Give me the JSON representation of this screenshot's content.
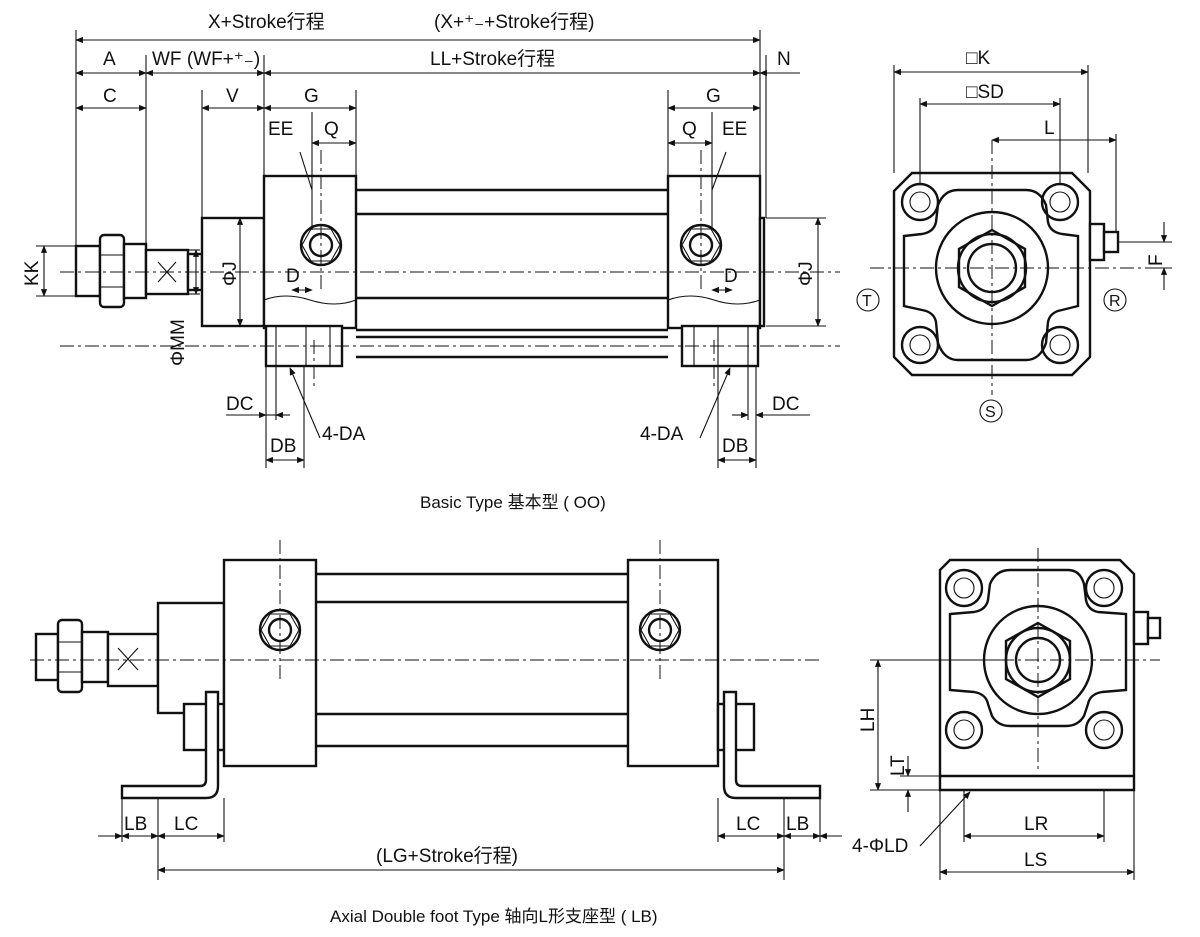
{
  "basic_type": {
    "caption": "Basic Type 基本型 ( OO)",
    "top_dims": {
      "x_stroke": "X+Stroke行程",
      "x_stroke_paren": "(X+⁺₋+Stroke行程)",
      "a": "A",
      "wf": "WF (WF+⁺₋)",
      "ll_stroke": "LL+Stroke行程",
      "n": "N",
      "c": "C",
      "v": "V",
      "g_left": "G",
      "g_right": "G",
      "ee_left": "EE",
      "q_left": "Q",
      "q_right": "Q",
      "ee_right": "EE"
    },
    "side_dims": {
      "kk": "KK",
      "phi_mm": "ΦMM",
      "phi_j_left": "ΦJ",
      "phi_j_right": "ΦJ",
      "d_left": "D",
      "d_right": "D"
    },
    "bottom_dims": {
      "dc_left": "DC",
      "db_left": "DB",
      "da_left": "4-DA",
      "da_right": "4-DA",
      "db_right": "DB",
      "dc_right": "DC"
    },
    "end_view": {
      "k": "□K",
      "sd": "□SD",
      "l": "L",
      "f": "F",
      "t_mark": "T",
      "r_mark": "R",
      "s_mark": "S"
    }
  },
  "lb_type": {
    "caption": "Axial Double foot Type 轴向L形支座型 ( LB)",
    "dims": {
      "lb_left": "LB",
      "lc_left": "LC",
      "lc_right": "LC",
      "lb_right": "LB",
      "lg_stroke": "(LG+Stroke行程)"
    },
    "end_view": {
      "lh": "LH",
      "lt": "LT",
      "ld": "4-ΦLD",
      "lr": "LR",
      "ls": "LS"
    }
  }
}
